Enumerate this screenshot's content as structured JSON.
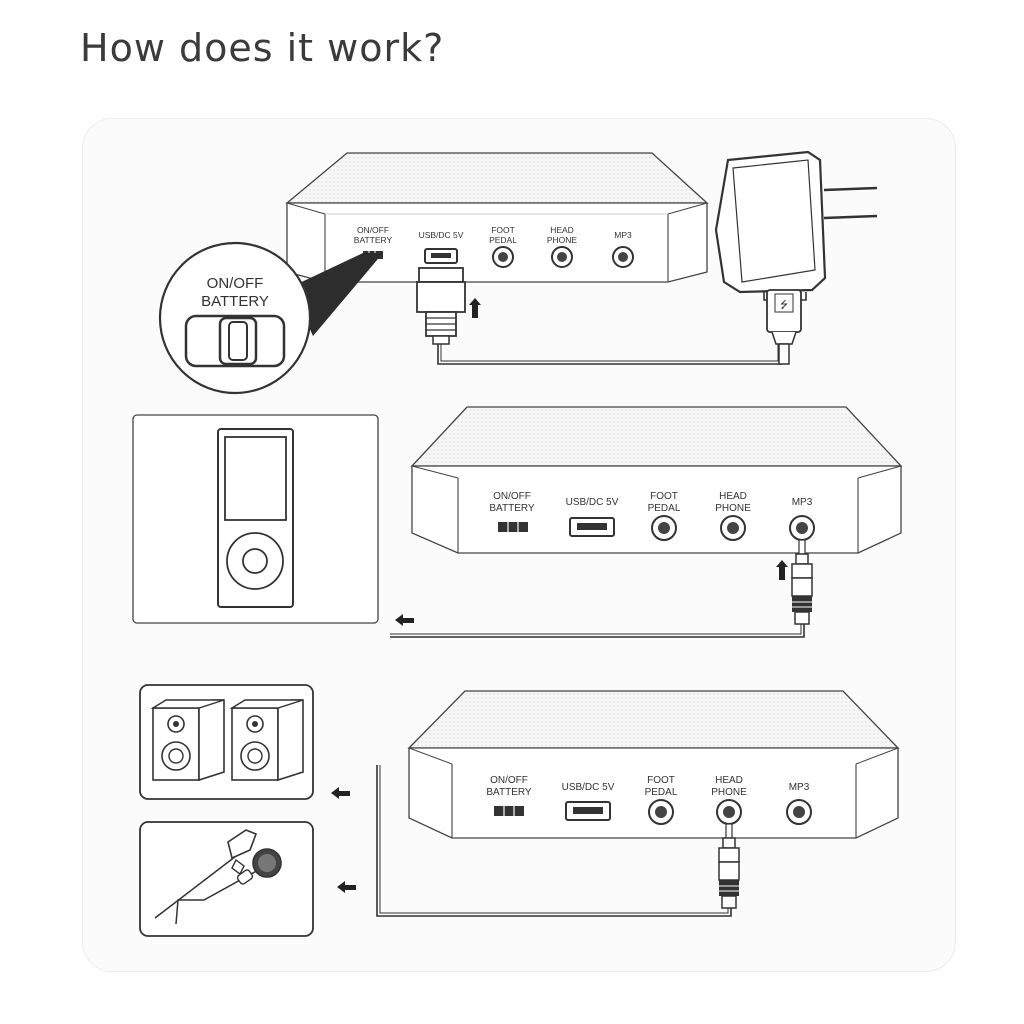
{
  "title": "How does it work?",
  "units": [
    {
      "ports": [
        {
          "line1": "ON/OFF",
          "line2": "BATTERY"
        },
        {
          "line1": "USB/DC 5V",
          "line2": ""
        },
        {
          "line1": "FOOT",
          "line2": "PEDAL"
        },
        {
          "line1": "HEAD",
          "line2": "PHONE"
        },
        {
          "line1": "MP3",
          "line2": ""
        }
      ]
    },
    {
      "ports": [
        {
          "line1": "ON/OFF",
          "line2": "BATTERY"
        },
        {
          "line1": "USB/DC 5V",
          "line2": ""
        },
        {
          "line1": "FOOT",
          "line2": "PEDAL"
        },
        {
          "line1": "HEAD",
          "line2": "PHONE"
        },
        {
          "line1": "MP3",
          "line2": ""
        }
      ]
    },
    {
      "ports": [
        {
          "line1": "ON/OFF",
          "line2": "BATTERY"
        },
        {
          "line1": "USB/DC 5V",
          "line2": ""
        },
        {
          "line1": "FOOT",
          "line2": "PEDAL"
        },
        {
          "line1": "HEAD",
          "line2": "PHONE"
        },
        {
          "line1": "MP3",
          "line2": ""
        }
      ]
    }
  ],
  "zoom_callout": {
    "line1": "ON/OFF",
    "line2": "BATTERY"
  },
  "icons": [
    "power-adapter-icon",
    "usb-plug-icon",
    "mp3-player-icon",
    "audio-plug-icon",
    "speakers-icon",
    "earphones-icon",
    "arrow-icon",
    "switch-icon"
  ],
  "colors": {
    "line": "#3a3a3a",
    "panel": "#fbfbfb",
    "device_face": "#ffffff",
    "device_top": "#f3f3f3"
  }
}
